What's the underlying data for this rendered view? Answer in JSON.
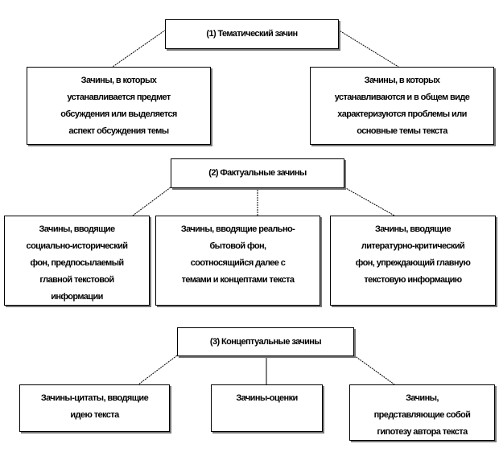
{
  "groups": [
    {
      "title": "(1) Тематический зачин",
      "children": [
        [
          "Зачины, в которых",
          "устанавливается предмет",
          "обсуждения или выделяется",
          "аспект обсуждения темы"
        ],
        [
          "Зачины, в которых",
          "устанавливаются и в общем виде",
          "характеризуются проблемы или",
          "основные темы текста"
        ]
      ]
    },
    {
      "title": "(2) Фактуальные зачины",
      "children": [
        [
          "Зачины, вводящие",
          "социально-исторический",
          "фон, предпосылаемый",
          "главной текстовой",
          "информации"
        ],
        [
          "Зачины, вводящие реально-",
          "бытовой фон,",
          "соотносящийся далее с",
          "темами и концептами текста"
        ],
        [
          "Зачины, вводящие",
          "литературно-критический",
          "фон, упреждающий главную",
          "текстовую информацию"
        ]
      ]
    },
    {
      "title": "(3) Концептуальные зачины",
      "children": [
        [
          "Зачины-цитаты, вводящие",
          "идею текста"
        ],
        [
          "Зачины-оценки"
        ],
        [
          "Зачины,",
          "представляющие собой",
          "гипотезу автора текста"
        ]
      ]
    }
  ]
}
